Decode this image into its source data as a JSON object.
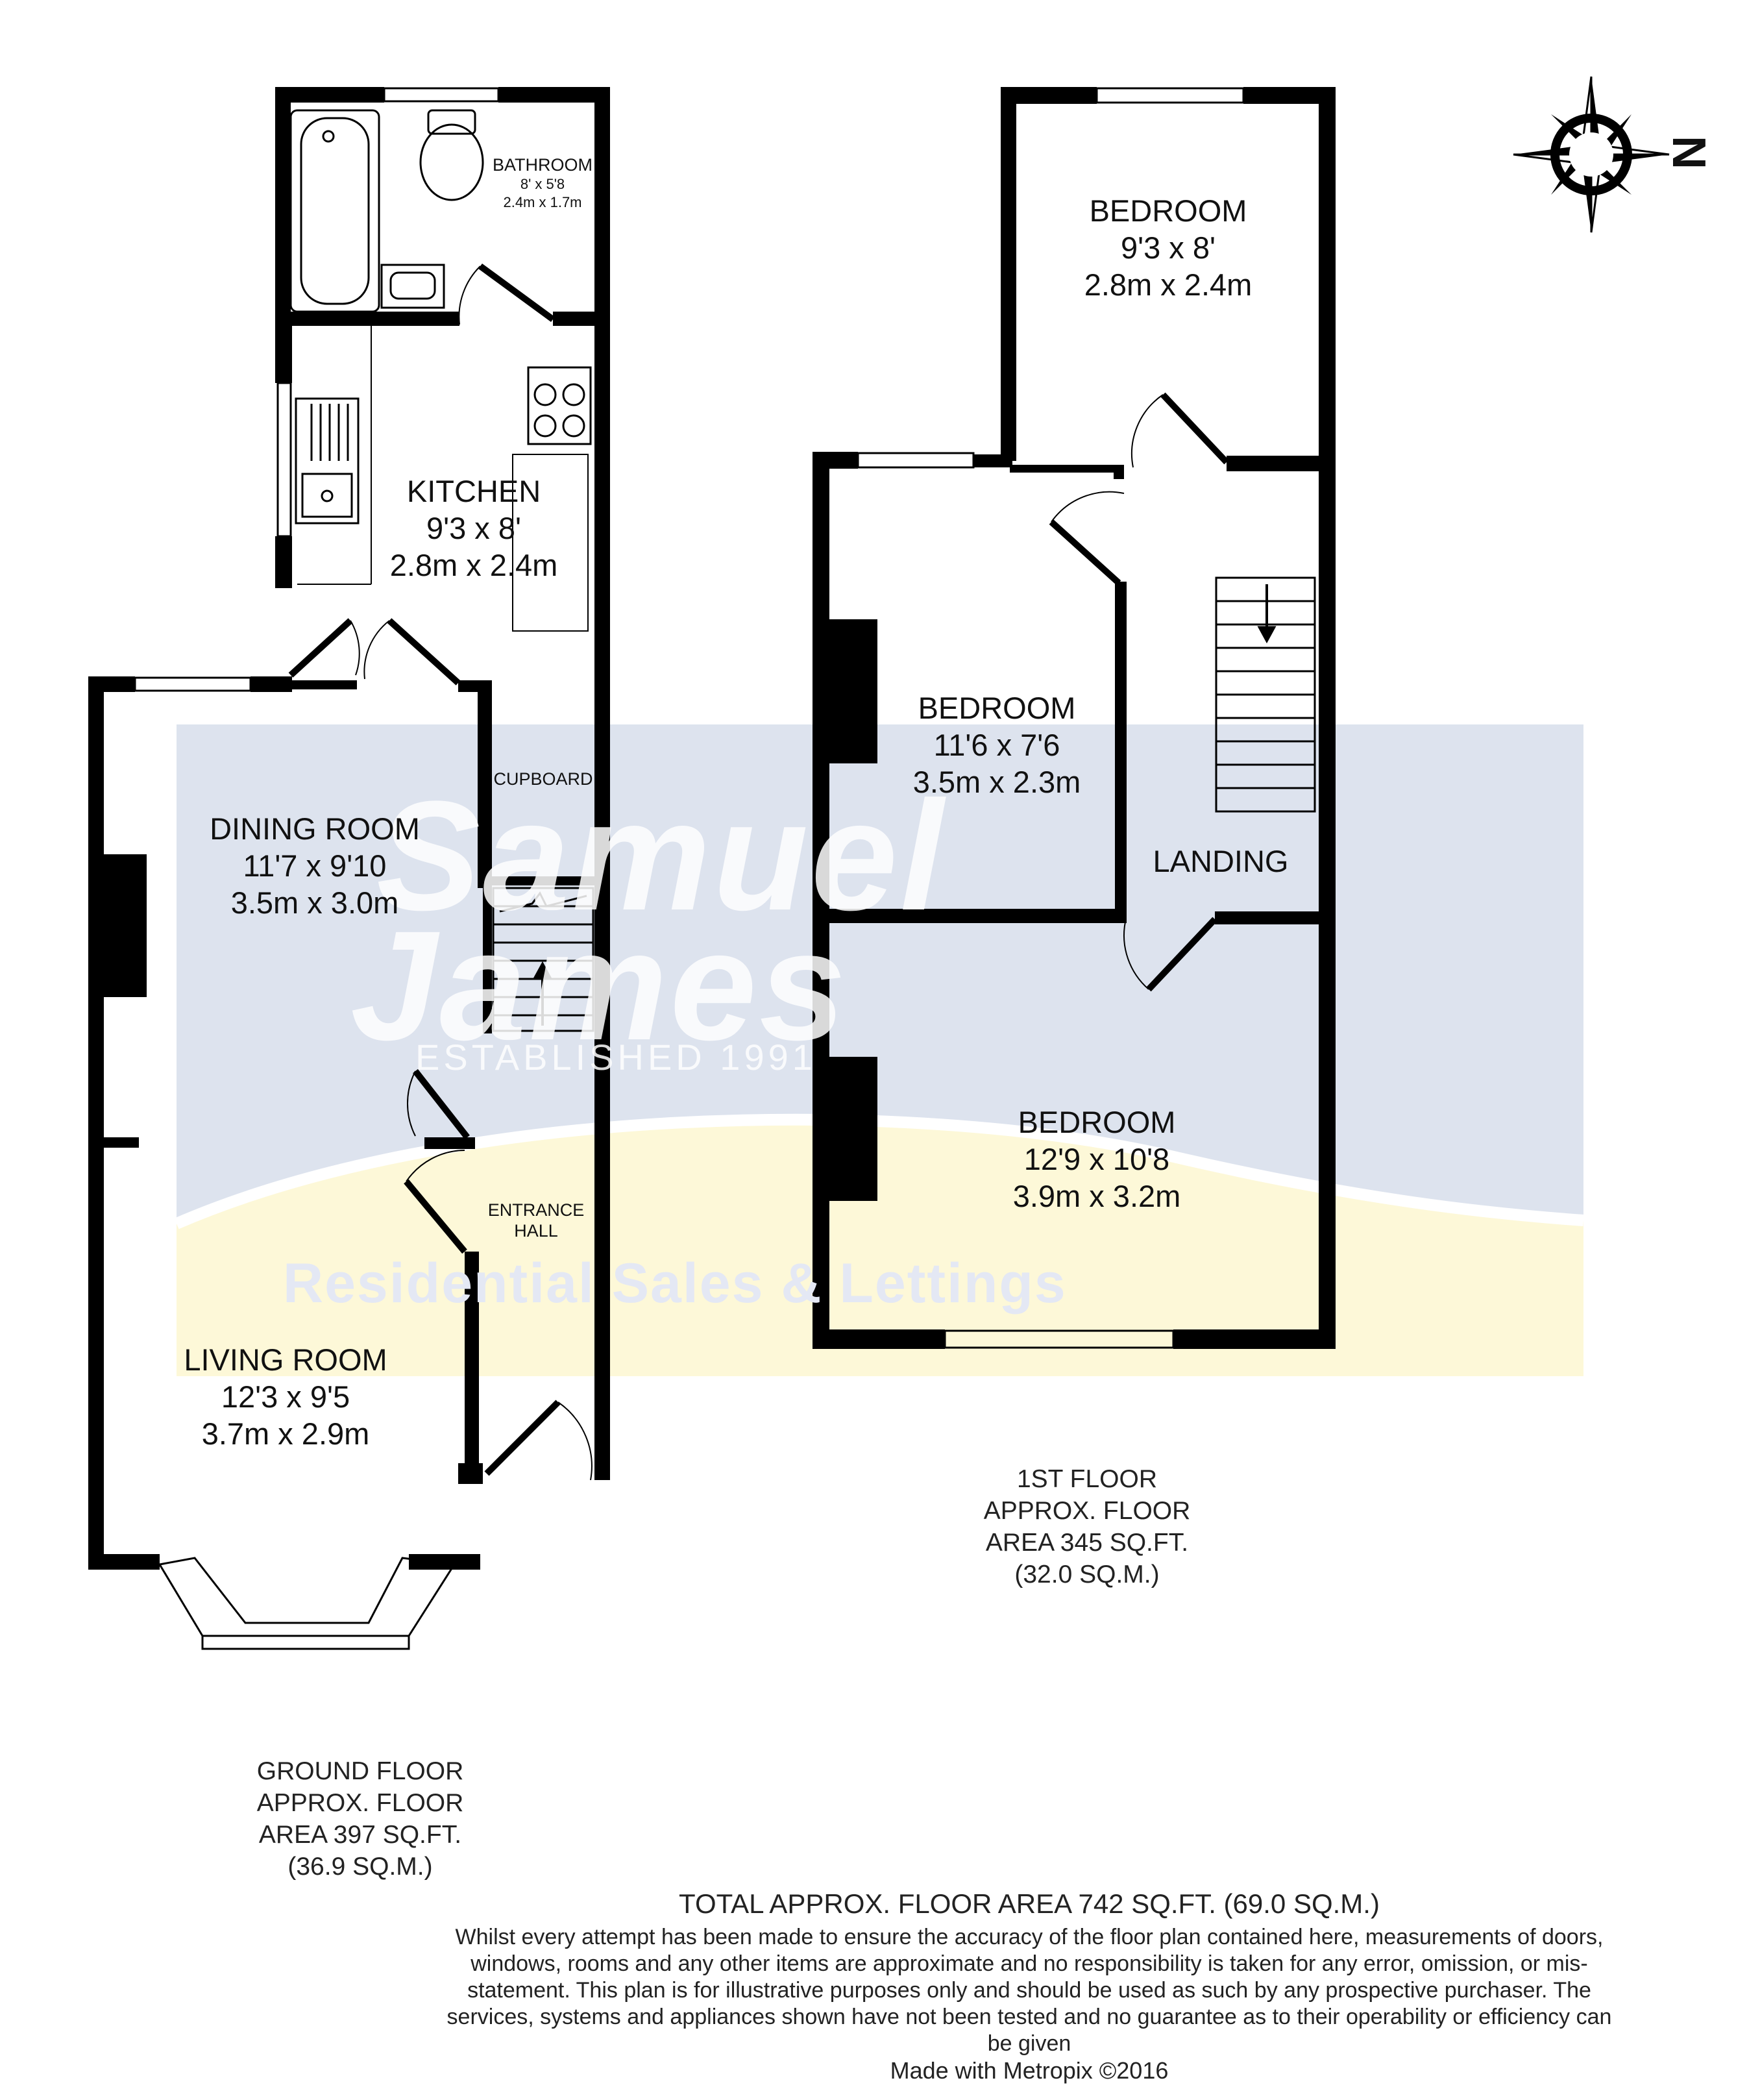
{
  "watermark": {
    "brand_line1": "Samuel",
    "brand_line2": "James",
    "established": "ESTABLISHED 1991",
    "tagline": "Residential Sales & Lettings"
  },
  "compass": {
    "north_label": "N"
  },
  "ground_floor": {
    "rooms": {
      "bathroom": {
        "name": "BATHROOM",
        "imperial": "8' x 5'8",
        "metric": "2.4m x 1.7m"
      },
      "kitchen": {
        "name": "KITCHEN",
        "imperial": "9'3 x 8'",
        "metric": "2.8m x 2.4m"
      },
      "cupboard": {
        "name": "CUPBOARD"
      },
      "dining_room": {
        "name": "DINING ROOM",
        "imperial": "11'7 x 9'10",
        "metric": "3.5m x 3.0m"
      },
      "entrance_hall": {
        "name_line1": "ENTRANCE",
        "name_line2": "HALL"
      },
      "living_room": {
        "name": "LIVING ROOM",
        "imperial": "12'3 x 9'5",
        "metric": "3.7m x 2.9m"
      }
    },
    "area": {
      "line1": "GROUND FLOOR",
      "line2": "APPROX. FLOOR",
      "line3": "AREA 397 SQ.FT.",
      "line4": "(36.9 SQ.M.)"
    }
  },
  "first_floor": {
    "rooms": {
      "bedroom_rear": {
        "name": "BEDROOM",
        "imperial": "9'3 x 8'",
        "metric": "2.8m x 2.4m"
      },
      "bedroom_middle": {
        "name": "BEDROOM",
        "imperial": "11'6 x 7'6",
        "metric": "3.5m x 2.3m"
      },
      "landing": {
        "name": "LANDING"
      },
      "bedroom_front": {
        "name": "BEDROOM",
        "imperial": "12'9 x 10'8",
        "metric": "3.9m x 3.2m"
      }
    },
    "area": {
      "line1": "1ST FLOOR",
      "line2": "APPROX. FLOOR",
      "line3": "AREA 345 SQ.FT.",
      "line4": "(32.0 SQ.M.)"
    }
  },
  "footer": {
    "total": "TOTAL APPROX. FLOOR AREA 742 SQ.FT. (69.0 SQ.M.)",
    "disclaimer": "Whilst every attempt has been made to ensure the accuracy of the floor plan contained here, measurements of doors, windows, rooms and any other items are approximate and no responsibility is taken for any error, omission, or mis-statement. This plan is for illustrative purposes only and should be used as such by any prospective purchaser. The services, systems and appliances shown have not been tested and no guarantee as to their operability or efficiency can be given",
    "credit": "Made with Metropix ©2016"
  },
  "colors": {
    "wall": "#000000",
    "watermark_blue": "#dde3ee",
    "watermark_yellow": "#fdf8d8",
    "watermark_text": "#ffffff"
  }
}
